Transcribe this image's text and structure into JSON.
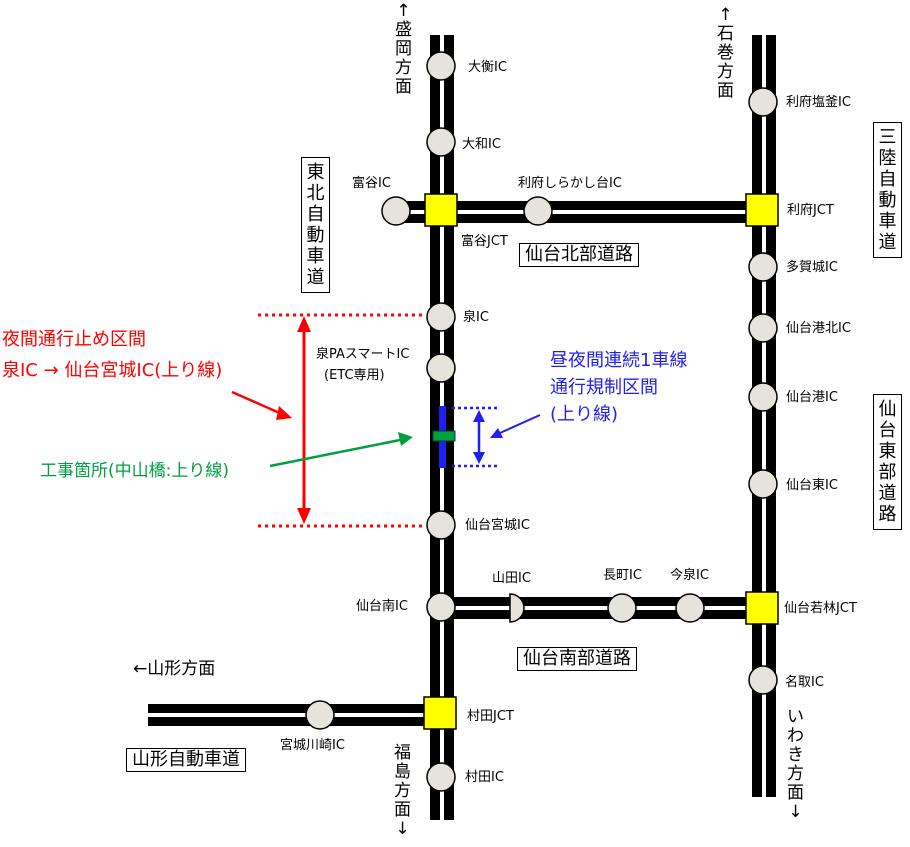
{
  "colors": {
    "road": "#000000",
    "ic_fill": "#e6e3dc",
    "jct_fill": "#ffff00",
    "night_closure": "#ff0000",
    "construction": "#00a040",
    "single_lane": "#1f1ff0"
  },
  "directions": {
    "morioka": "↑盛岡方面",
    "ishinomaki": "↑石巻方面",
    "fukushima": "福島方面↓",
    "iwaki": "いわき方面↓",
    "yamagata": "←山形方面"
  },
  "roads": {
    "tohoku": "東北自動車道",
    "sanriku": "三陸自動車道",
    "sendai_north": "仙台北部道路",
    "sendai_east": "仙台東部道路",
    "sendai_south": "仙台南部道路",
    "yamagata": "山形自動車道"
  },
  "ics": {
    "daikou": "大衡IC",
    "taiwa": "大和IC",
    "tomiya": "富谷IC",
    "tomiya_jct": "富谷JCT",
    "rifu_shirakashi": "利府しらかし台IC",
    "rifu_jct": "利府JCT",
    "rifu_shiogama": "利府塩釜IC",
    "tagajo": "多賀城IC",
    "izumi": "泉IC",
    "izumi_pa": "泉PAスマートIC",
    "izumi_pa_note": "(ETC専用)",
    "sendai_miyagi": "仙台宮城IC",
    "sendaiko_kita": "仙台港北IC",
    "sendaiko": "仙台港IC",
    "sendai_higashi": "仙台東IC",
    "sendai_minami": "仙台南IC",
    "yamada": "山田IC",
    "nagamachi": "長町IC",
    "imaizumi": "今泉IC",
    "wakabayashi_jct": "仙台若林JCT",
    "natori": "名取IC",
    "murata_jct": "村田JCT",
    "murata": "村田IC",
    "miyagi_kawasaki": "宮城川崎IC"
  },
  "annotations": {
    "night_closure_title": "夜間通行止め区間",
    "night_closure_range": "泉IC → 仙台宮城IC(上り線)",
    "construction_site": "工事箇所(中山橋:上り線)",
    "single_lane_line1": "昼夜間連続1車線",
    "single_lane_line2": "通行規制区間",
    "single_lane_line3": "(上り線)"
  }
}
